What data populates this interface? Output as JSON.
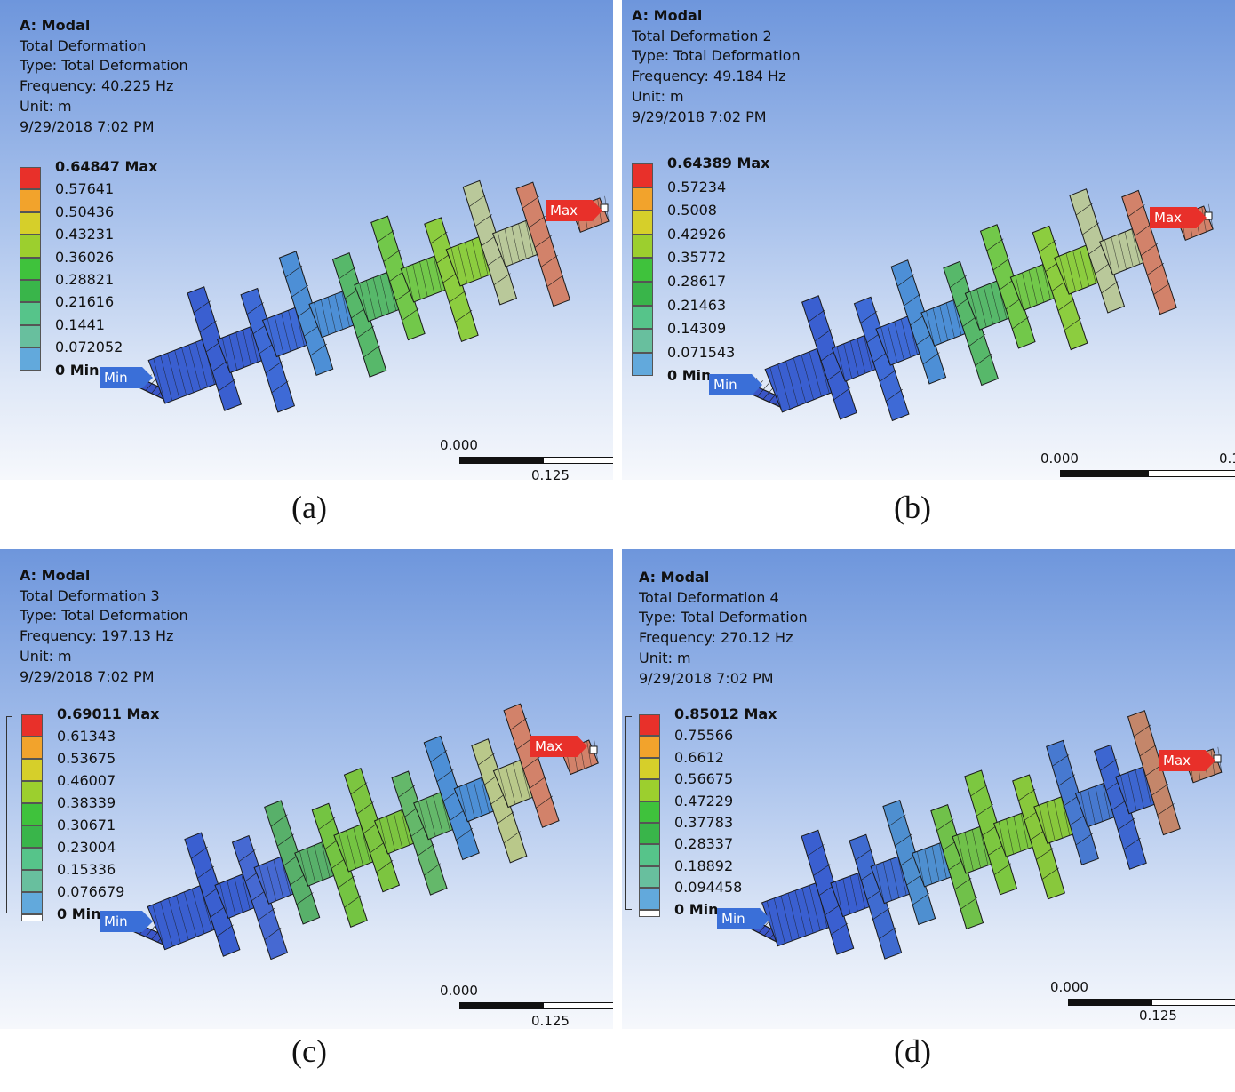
{
  "panels": [
    {
      "caption": "(a)",
      "info": [
        "A: Modal",
        "Total Deformation",
        "Type: Total Deformation",
        "Frequency: 40.225 Hz",
        "Unit: m",
        "9/29/2018 7:02 PM"
      ],
      "legend": [
        "0.64847 Max",
        "0.57641",
        "0.50436",
        "0.43231",
        "0.36026",
        "0.28821",
        "0.21616",
        "0.1441",
        "0.072052",
        "0 Min"
      ],
      "scale": {
        "start": "0.000",
        "end": "0.125"
      },
      "tags": {
        "max": "Max",
        "min": "Min"
      }
    },
    {
      "caption": "(b)",
      "info": [
        "A: Modal",
        "Total Deformation 2",
        "Type: Total Deformation",
        "Frequency: 49.184 Hz",
        "Unit: m",
        "9/29/2018 7:02 PM"
      ],
      "legend": [
        "0.64389 Max",
        "0.57234",
        "0.5008",
        "0.42926",
        "0.35772",
        "0.28617",
        "0.21463",
        "0.14309",
        "0.071543",
        "0 Min"
      ],
      "scale": {
        "start": "0.000",
        "end": "0.1"
      },
      "tags": {
        "max": "Max",
        "min": "Min"
      }
    },
    {
      "caption": "(c)",
      "info": [
        "A: Modal",
        "Total Deformation 3",
        "Type: Total Deformation",
        "Frequency: 197.13 Hz",
        "Unit: m",
        "9/29/2018 7:02 PM"
      ],
      "legend": [
        "0.69011 Max",
        "0.61343",
        "0.53675",
        "0.46007",
        "0.38339",
        "0.30671",
        "0.23004",
        "0.15336",
        "0.076679",
        "0 Min"
      ],
      "scale": {
        "start": "0.000",
        "end": "0.125"
      },
      "tags": {
        "max": "Max",
        "min": "Min"
      }
    },
    {
      "caption": "(d)",
      "info": [
        "A: Modal",
        "Total Deformation 4",
        "Type: Total Deformation",
        "Frequency: 270.12 Hz",
        "Unit: m",
        "9/29/2018 7:02 PM"
      ],
      "legend": [
        "0.85012 Max",
        "0.75566",
        "0.6612",
        "0.56675",
        "0.47229",
        "0.37783",
        "0.28337",
        "0.18892",
        "0.094458",
        "0 Min"
      ],
      "scale": {
        "start": "0.000",
        "end": "0.125"
      },
      "tags": {
        "max": "Max",
        "min": "Min"
      }
    }
  ],
  "colors": {
    "legend_scale": [
      "#e8302a",
      "#f2a32c",
      "#d6cf2a",
      "#9ccf2e",
      "#3fc23c",
      "#39b54a",
      "#56c48a",
      "#68bf9e",
      "#62a9dc",
      "#3563cf"
    ],
    "mesh_edge": "#1a1a1a"
  }
}
